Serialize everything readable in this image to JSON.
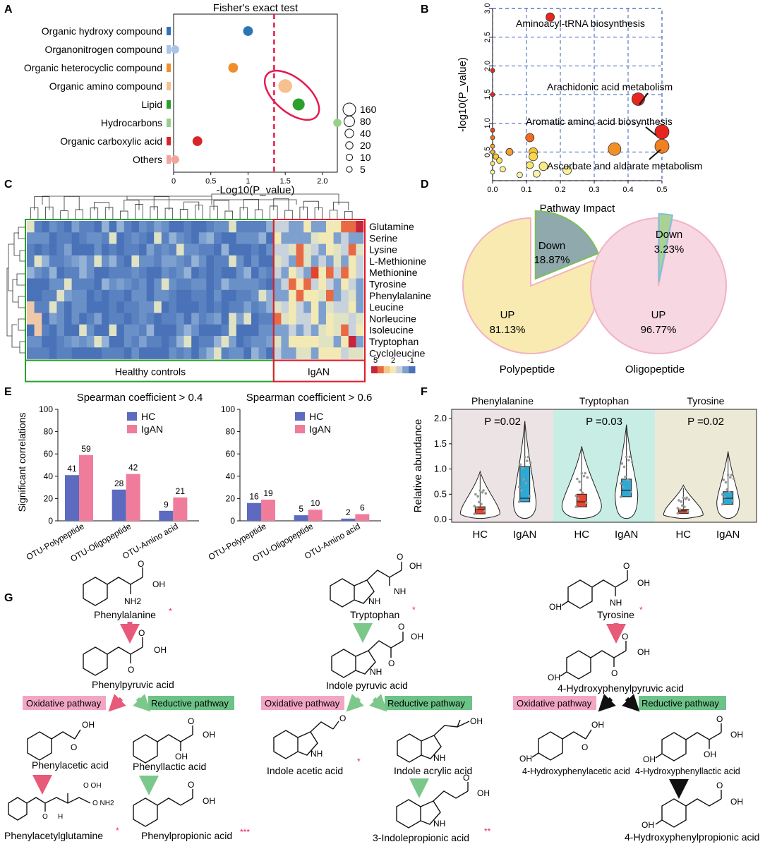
{
  "panels": [
    "A",
    "B",
    "C",
    "D",
    "E",
    "F",
    "G"
  ],
  "chart_data": [
    {
      "id": "A",
      "type": "scatter",
      "title": "Fisher's exact test",
      "xlabel": "-Log10(P_value)",
      "xlim": [
        0,
        2.2
      ],
      "xticks": [
        "0",
        "0.5",
        "1",
        "1.5",
        "2.0"
      ],
      "threshold_x": 1.35,
      "categories": [
        "Organic hydroxy compound",
        "Organonitrogen compound",
        "Organic heterocyclic compound",
        "Organic amino compound",
        "Lipid",
        "Hydrocarbons",
        "Organic carboxylic acid",
        "Others"
      ],
      "category_colors": [
        "#2e75b6",
        "#a9c4e6",
        "#f28d2c",
        "#f7c08f",
        "#2ca02c",
        "#98d08a",
        "#d62728",
        "#f2a49c"
      ],
      "points": [
        {
          "category": "Organic hydroxy compound",
          "x": 1.0,
          "size": 40
        },
        {
          "category": "Organonitrogen compound",
          "x": 0.02,
          "size": 20
        },
        {
          "category": "Organic heterocyclic compound",
          "x": 0.8,
          "size": 40
        },
        {
          "category": "Organic amino compound",
          "x": 1.5,
          "size": 120
        },
        {
          "category": "Lipid",
          "x": 1.68,
          "size": 80
        },
        {
          "category": "Hydrocarbons",
          "x": 2.2,
          "size": 20
        },
        {
          "category": "Organic carboxylic acid",
          "x": 0.32,
          "size": 40
        },
        {
          "category": "Others",
          "x": 0.02,
          "size": 20
        }
      ],
      "size_legend": [
        160,
        80,
        40,
        20,
        10,
        5
      ]
    },
    {
      "id": "B",
      "type": "scatter",
      "xlabel": "Pathway Impact",
      "ylabel": "-log10(P_value)",
      "xlim": [
        0,
        0.5
      ],
      "ylim": [
        0,
        3.0
      ],
      "xticks": [
        "0.0",
        "0.1",
        "0.2",
        "0.3",
        "0.4",
        "0.5"
      ],
      "yticks": [
        "0.5",
        "1.0",
        "1.5",
        "2.0",
        "2.5",
        "3.0"
      ],
      "grid": true,
      "points": [
        {
          "x": 0.17,
          "y": 2.85,
          "r": 6,
          "color": "#e8261f"
        },
        {
          "x": 0.0,
          "y": 1.92,
          "r": 3,
          "color": "#e8261f"
        },
        {
          "x": 0.0,
          "y": 1.5,
          "r": 3,
          "color": "#e8261f"
        },
        {
          "x": 0.43,
          "y": 1.42,
          "r": 9,
          "color": "#e8261f"
        },
        {
          "x": 0.5,
          "y": 0.85,
          "r": 10,
          "color": "#e8261f"
        },
        {
          "x": 0.0,
          "y": 0.88,
          "r": 3,
          "color": "#e8461f"
        },
        {
          "x": 0.0,
          "y": 0.75,
          "r": 3,
          "color": "#f06c20"
        },
        {
          "x": 0.11,
          "y": 0.75,
          "r": 6,
          "color": "#f06c20"
        },
        {
          "x": 0.5,
          "y": 0.6,
          "r": 10,
          "color": "#f08020"
        },
        {
          "x": 0.36,
          "y": 0.55,
          "r": 9,
          "color": "#f29028"
        },
        {
          "x": 0.0,
          "y": 0.6,
          "r": 3,
          "color": "#f5a030"
        },
        {
          "x": 0.0,
          "y": 0.5,
          "r": 3,
          "color": "#f5b030"
        },
        {
          "x": 0.01,
          "y": 0.42,
          "r": 4,
          "color": "#f8c630"
        },
        {
          "x": 0.05,
          "y": 0.5,
          "r": 5,
          "color": "#f5a030"
        },
        {
          "x": 0.12,
          "y": 0.5,
          "r": 6,
          "color": "#f8c630"
        },
        {
          "x": 0.12,
          "y": 0.42,
          "r": 6,
          "color": "#f8d84a"
        },
        {
          "x": 0.02,
          "y": 0.35,
          "r": 4,
          "color": "#f8e05a"
        },
        {
          "x": 0.0,
          "y": 0.3,
          "r": 3,
          "color": "#fae56a"
        },
        {
          "x": 0.11,
          "y": 0.27,
          "r": 5,
          "color": "#fae56a"
        },
        {
          "x": 0.15,
          "y": 0.25,
          "r": 6,
          "color": "#faea80"
        },
        {
          "x": 0.22,
          "y": 0.18,
          "r": 6,
          "color": "#fbef9a"
        },
        {
          "x": 0.03,
          "y": 0.2,
          "r": 4,
          "color": "#fbef9a"
        },
        {
          "x": 0.0,
          "y": 0.15,
          "r": 3,
          "color": "#fbf2a8"
        },
        {
          "x": 0.13,
          "y": 0.12,
          "r": 5,
          "color": "#fbf2a8"
        },
        {
          "x": 0.08,
          "y": 0.1,
          "r": 4,
          "color": "#fbf2a8"
        }
      ],
      "annotations": [
        "Aminoacyl-tRNA biosynthesis",
        "Arachidonic acid metabolism",
        "Aromatic amino acid biosynthesis",
        "Ascorbate and aldarate metabolism"
      ]
    },
    {
      "id": "C",
      "type": "heatmap",
      "rows": [
        "Glutamine",
        "Serine",
        "Lysine",
        "L-Methionine",
        "Methionine",
        "Tyrosine",
        "Phenylalanine",
        "Leucine",
        "Norleucine",
        "Isoleucine",
        "Tryptophan",
        "Cycloleucine"
      ],
      "groups": [
        "Healthy controls",
        "IgAN"
      ],
      "healthy_columns": 33,
      "igan_columns": 12,
      "color_scale": {
        "ticks": [
          "5",
          "2",
          "-1"
        ]
      }
    },
    {
      "id": "D",
      "type": "pie",
      "charts": [
        {
          "title": "Polypeptide",
          "slices": [
            {
              "label": "UP",
              "value": 81.13,
              "text": "81.13%",
              "color": "#f8eab0"
            },
            {
              "label": "Down",
              "value": 18.87,
              "text": "18.87%",
              "color": "#8fa9ac"
            }
          ]
        },
        {
          "title": "Oligopeptide",
          "slices": [
            {
              "label": "UP",
              "value": 96.77,
              "text": "96.77%",
              "color": "#f6d7e2"
            },
            {
              "label": "Down",
              "value": 3.23,
              "text": "3.23%",
              "color": "#aad292"
            }
          ]
        }
      ]
    },
    {
      "id": "E",
      "type": "bar",
      "ylabel": "Significant correlations",
      "ylim": [
        0,
        100
      ],
      "yticks": [
        "0",
        "20",
        "40",
        "60",
        "80",
        "100"
      ],
      "categories": [
        "OTU-Polypeptide",
        "OTU-Oligopeptide",
        "OTU-Amino acid"
      ],
      "legend": [
        "HC",
        "IgAN"
      ],
      "colors": [
        "#5c6bbf",
        "#f07c9c"
      ],
      "plots": [
        {
          "title": "Spearman coefficient > 0.4",
          "series": [
            {
              "name": "HC",
              "values": [
                41,
                28,
                9
              ]
            },
            {
              "name": "IgAN",
              "values": [
                59,
                42,
                21
              ]
            }
          ]
        },
        {
          "title": "Spearman coefficient > 0.6",
          "series": [
            {
              "name": "HC",
              "values": [
                16,
                5,
                2
              ]
            },
            {
              "name": "IgAN",
              "values": [
                19,
                10,
                6
              ]
            }
          ]
        }
      ]
    },
    {
      "id": "F",
      "type": "violin",
      "ylabel": "Relative abundance",
      "ylim": [
        0,
        2.1
      ],
      "yticks": [
        "0.0",
        "0.5",
        "1.0",
        "1.5",
        "2.0"
      ],
      "groups": [
        "HC",
        "IgAN"
      ],
      "panels": [
        {
          "title": "Phenylalanine",
          "p": "P =0.02",
          "bg": "#ebe3e4",
          "HC": {
            "q1": 0.11,
            "median": 0.2,
            "q3": 0.25,
            "max": 0.95
          },
          "IgAN": {
            "q1": 0.35,
            "median": 0.42,
            "q3": 1.05,
            "max": 1.95
          }
        },
        {
          "title": "Tryptophan",
          "p": "P =0.03",
          "bg": "#c8ede4",
          "HC": {
            "q1": 0.25,
            "median": 0.35,
            "q3": 0.5,
            "max": 1.45
          },
          "IgAN": {
            "q1": 0.45,
            "median": 0.58,
            "q3": 0.8,
            "max": 1.88
          }
        },
        {
          "title": "Tyrosine",
          "p": "P =0.02",
          "bg": "#ece9d6",
          "HC": {
            "q1": 0.12,
            "median": 0.17,
            "q3": 0.2,
            "max": 0.68
          },
          "IgAN": {
            "q1": 0.3,
            "median": 0.42,
            "q3": 0.55,
            "max": 1.35
          }
        }
      ]
    }
  ],
  "pathway": {
    "Pr": "Phenylalanine",
    "Pr_star": "*",
    "P2": "Phenylpyruvic acid",
    "P_ox": "Oxidative pathway",
    "P_red": "Reductive pathway",
    "P3": "Phenylacetic acid",
    "P4": "Phenyllactic acid",
    "P5": "Phenylacetylglutamine",
    "P5_star": "*",
    "P6": "Phenylpropionic acid",
    "P6_star": "***",
    "T1": "Tryptophan",
    "T1_star": "*",
    "T2": "Indole pyruvic acid",
    "T3": "Indole acetic acid",
    "T3_star": "*",
    "T4": "Indole acrylic acid",
    "T5": "3-Indolepropionic acid",
    "T5_star": "**",
    "Y1": "Tyrosine",
    "Y1_star": "*",
    "Y2": "4-Hydroxyphenylpyruvic acid",
    "Y3": "4-Hydroxyphenylacetic acid",
    "Y4": "4-Hydroxyphenyllactic acid",
    "Y5": "4-Hydroxyphenylpropionic acid"
  }
}
